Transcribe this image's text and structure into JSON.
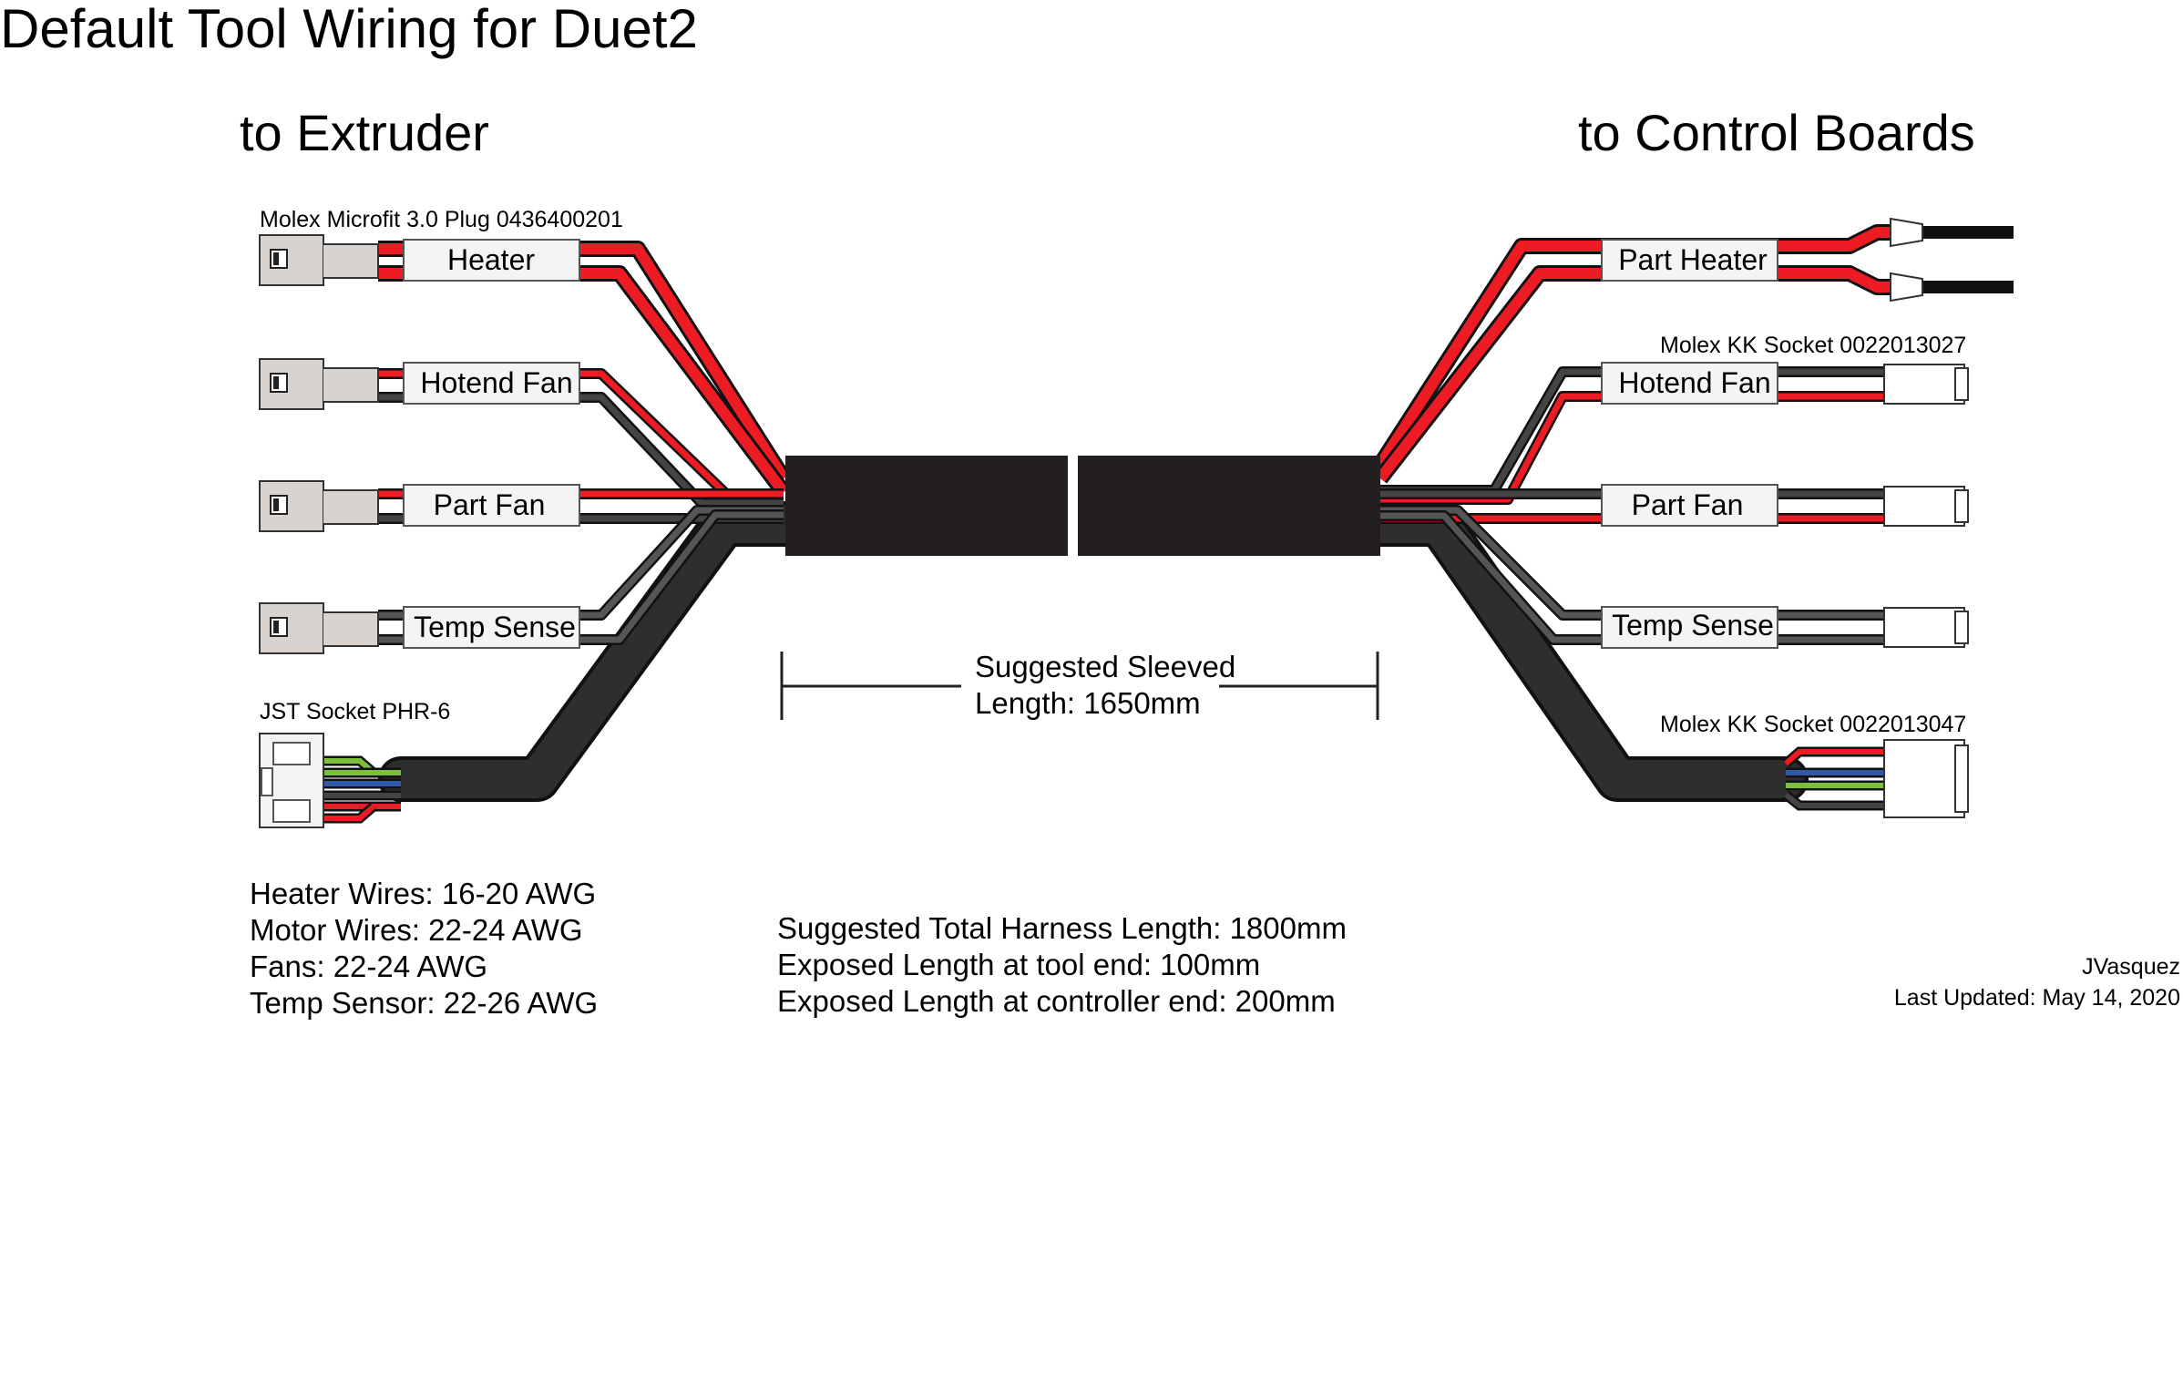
{
  "title": "Default Tool Wiring for Duet2",
  "left_heading": "to Extruder",
  "right_heading": "to Control Boards",
  "colors": {
    "red": "#ed1c24",
    "black": "#3a3a3a",
    "sleeve": "#231f20",
    "blue": "#2e5aa8",
    "green": "#7cbf3a",
    "connector": "#d8d3ce",
    "label_bg": "#f4f4f4"
  },
  "left": {
    "part_label": "Molex Microfit 3.0 Plug 0436400201",
    "jst_label": "JST Socket PHR-6",
    "wires": [
      {
        "id": "heater",
        "label": "Heater"
      },
      {
        "id": "hotend-fan",
        "label": "Hotend Fan"
      },
      {
        "id": "part-fan",
        "label": "Part Fan"
      },
      {
        "id": "temp-sense",
        "label": "Temp Sense"
      }
    ]
  },
  "right": {
    "kk3_label": "Molex KK Socket 0022013027",
    "kk4_label": "Molex KK Socket 0022013047",
    "wires": [
      {
        "id": "part-heater",
        "label": "Part Heater"
      },
      {
        "id": "hotend-fan",
        "label": "Hotend Fan"
      },
      {
        "id": "part-fan",
        "label": "Part Fan"
      },
      {
        "id": "temp-sense",
        "label": "Temp Sense"
      }
    ]
  },
  "sleeve_note": {
    "line1": "Suggested Sleeved",
    "line2": "Length: 1650mm"
  },
  "wire_gauges": [
    "Heater Wires: 16-20 AWG",
    "Motor Wires: 22-24 AWG",
    "Fans: 22-24 AWG",
    "Temp Sensor: 22-26 AWG"
  ],
  "lengths": [
    "Suggested Total Harness Length: 1800mm",
    "Exposed Length at tool end: 100mm",
    "Exposed Length at controller end: 200mm"
  ],
  "author": "JVasquez",
  "updated": "Last Updated: May 14, 2020"
}
